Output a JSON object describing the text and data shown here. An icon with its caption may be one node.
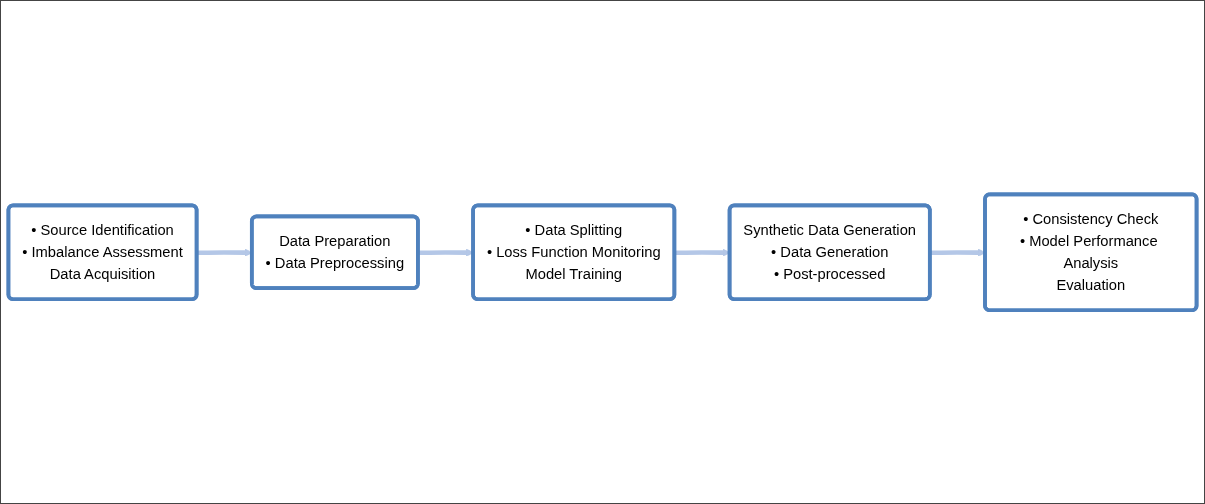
{
  "diagram": {
    "nodes": [
      {
        "text": [
          "• Source Identification",
          "• Imbalance Assessment",
          "Data Acquisition"
        ]
      },
      {
        "text": [
          "Data Preparation",
          "• Data Preprocessing"
        ]
      },
      {
        "text": [
          "• Data Splitting",
          "• Loss Function Monitoring",
          "Model Training"
        ]
      },
      {
        "text": [
          "Synthetic Data Generation",
          "• Data Generation",
          "• Post-processed"
        ]
      },
      {
        "text": [
          "• Consistency Check",
          "• Model Performance Analysis",
          "Evaluation"
        ]
      }
    ],
    "edges": [
      {
        "from": 0,
        "to": 1,
        "arrow": "to"
      },
      {
        "from": 1,
        "to": 2,
        "arrow": "to"
      },
      {
        "from": 2,
        "to": 3,
        "arrow": "to"
      },
      {
        "from": 3,
        "to": 4,
        "arrow": "to"
      }
    ]
  }
}
